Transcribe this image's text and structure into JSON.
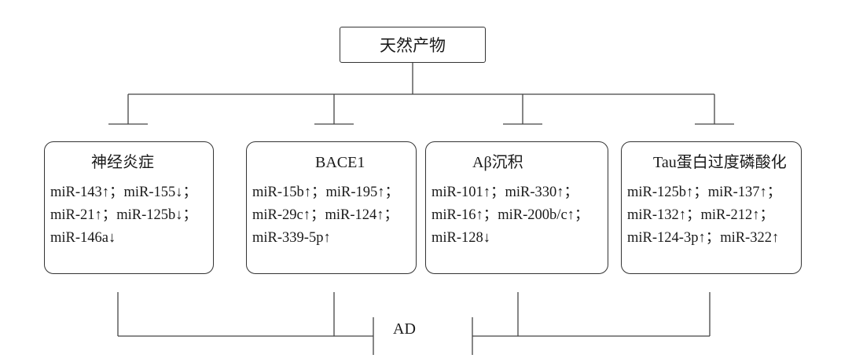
{
  "root": {
    "label": "天然产物"
  },
  "target": {
    "label": "AD"
  },
  "categories": [
    {
      "title": "神经炎症",
      "lines": [
        "miR-143↑；miR-155↓；",
        "miR-21↑；miR-125b↓；",
        "miR-146a↓"
      ]
    },
    {
      "title": "BACE1",
      "lines": [
        "miR-15b↑；miR-195↑；",
        "miR-29c↑；miR-124↑；",
        "miR-339-5p↑"
      ]
    },
    {
      "title": "Aβ沉积",
      "lines": [
        "miR-101↑；miR-330↑；",
        "miR-16↑；miR-200b/c↑；",
        "miR-128↓"
      ]
    },
    {
      "title": "Tau蛋白过度磷酸化",
      "lines": [
        "miR-125b↑；miR-137↑；",
        "miR-132↑；miR-212↑；",
        "miR-124-3p↑；miR-322↑"
      ]
    }
  ]
}
